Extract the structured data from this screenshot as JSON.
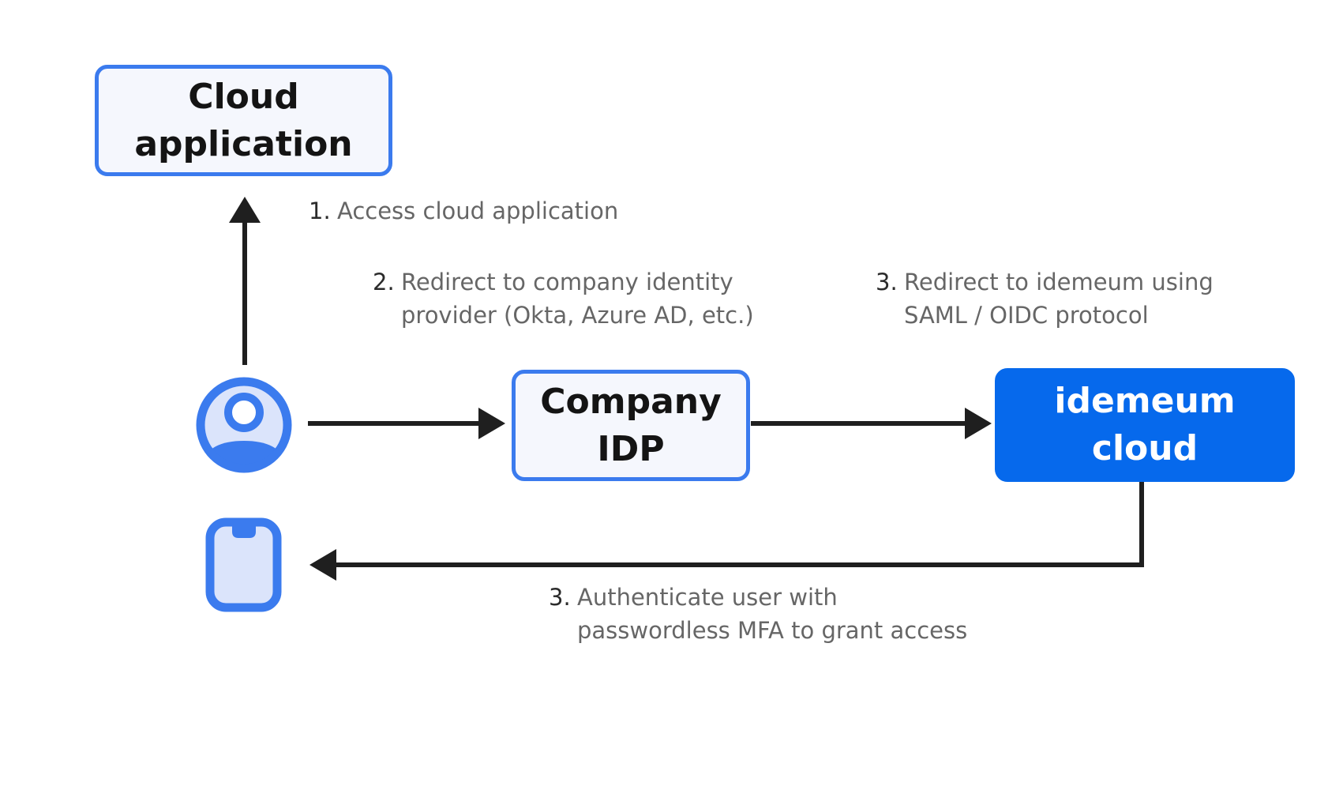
{
  "nodes": {
    "cloud_app": {
      "line1": "Cloud",
      "line2": "application"
    },
    "company_idp": {
      "line1": "Company",
      "line2": "IDP"
    },
    "idemeum_cloud": {
      "line1": "idemeum",
      "line2": "cloud"
    }
  },
  "icons": {
    "user": "user-avatar-icon",
    "device": "mobile-device-icon"
  },
  "steps": [
    {
      "num": "1.",
      "line1": "Access cloud application",
      "line2": ""
    },
    {
      "num": "2.",
      "line1": "Redirect to company identity",
      "line2": "provider (Okta, Azure AD, etc.)"
    },
    {
      "num": "3.",
      "line1": "Redirect to idemeum using",
      "line2": "SAML / OIDC protocol"
    },
    {
      "num": "3.",
      "line1": "Authenticate user with",
      "line2": "passwordless MFA to grant access"
    }
  ],
  "colors": {
    "accent": "#3b7bee",
    "brand": "#0669ec",
    "box_fill": "#f5f7fd",
    "arrow": "#1f1f1f",
    "icon_fill": "#dbe4fb"
  }
}
